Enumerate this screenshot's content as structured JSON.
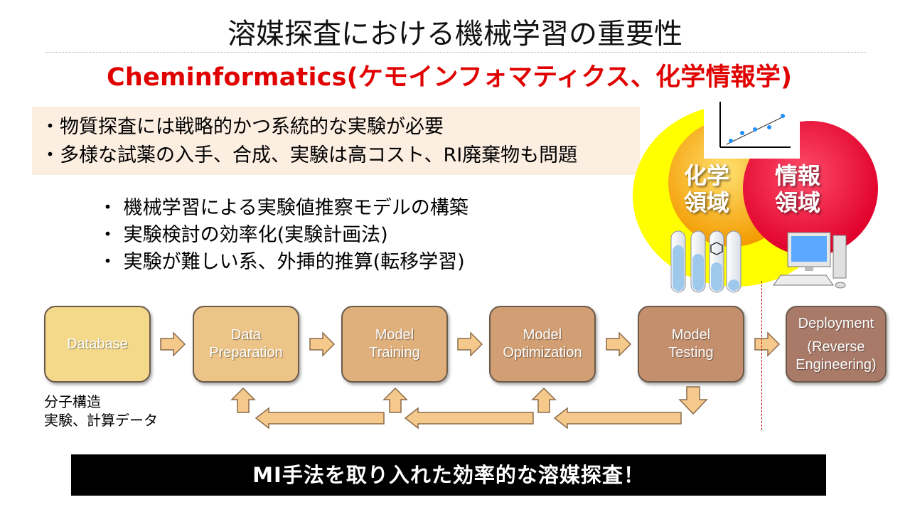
{
  "title": "溶媒探査における機械学習の重要性",
  "subtitle": "Cheminformatics(ケモインフォマティクス、化学情報学)",
  "problems": [
    "・物質探査には戦略的かつ系統的な実験が必要",
    "・多様な試薬の入手、合成、実験は高コスト、RI廃棄物も問題"
  ],
  "ml_points": [
    "・ 機械学習による実験値推察モデルの構築",
    "・ 実験検討の効率化(実験計画法)",
    "・ 実験が難しい系、外挿的推算(転移学習)"
  ],
  "venn": {
    "chem_label_1": "化学",
    "chem_label_2": "領域",
    "info_label_1": "情報",
    "info_label_2": "領域",
    "colors": {
      "yellow": "#ffff00",
      "orange": "#f8b000",
      "red": "#f01040"
    }
  },
  "pipeline": [
    {
      "lines": [
        "Database"
      ],
      "color": "#f4d98a"
    },
    {
      "lines": [
        "Data",
        "Preparation"
      ],
      "color": "#ecc487"
    },
    {
      "lines": [
        "Model",
        "Training"
      ],
      "color": "#dfb07c"
    },
    {
      "lines": [
        "Model",
        "Optimization"
      ],
      "color": "#d29f74"
    },
    {
      "lines": [
        "Model",
        "Testing"
      ],
      "color": "#c38f6d"
    },
    {
      "lines": [
        "Deployment",
        "(Reverse",
        "Engineering)"
      ],
      "color": "#a97a68"
    }
  ],
  "source_note": [
    "分子構造",
    "実験、計算データ"
  ],
  "bottom_banner": "MI手法を取り入れた効率的な溶媒探査！",
  "arrow_color": "#f5c98c"
}
